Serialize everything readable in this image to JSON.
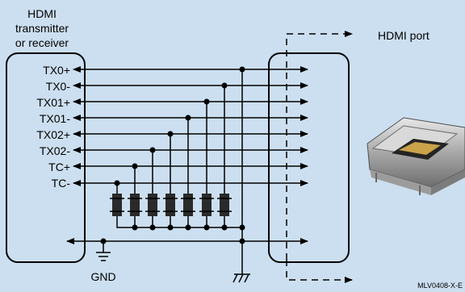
{
  "transmitter_label": [
    "HDMI",
    "transmitter",
    "or receiver"
  ],
  "port_label": "HDMI port",
  "pins": [
    "TX0+",
    "TX0-",
    "TX01+",
    "TX01-",
    "TX02+",
    "TX02-",
    "TC+",
    "TC-"
  ],
  "gnd_label": "GND",
  "ref_code": "MLV0408-X-E",
  "colors": {
    "background": "#ccdff0",
    "line": "#000000",
    "diode": "#2a2a2a",
    "port_metal": "#b8b8b8"
  }
}
